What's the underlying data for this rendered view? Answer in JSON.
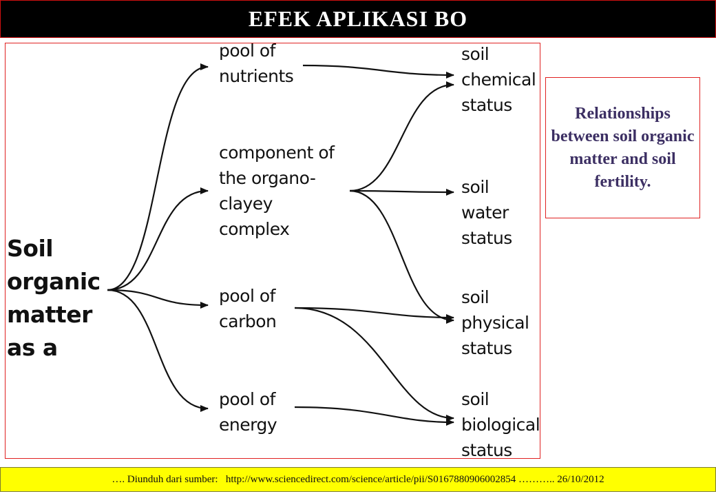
{
  "header": {
    "title": "EFEK  APLIKASI  BO"
  },
  "diagram": {
    "root": "Soil\norganic\nmatter\nas a",
    "roles": [
      "pool of\nnutrients",
      "component of\nthe organo-\nclayey\ncomplex",
      "pool of\ncarbon",
      "pool of\nenergy"
    ],
    "outcomes": [
      "soil\nchemical\nstatus",
      "soil water\nstatus",
      "soil\nphysical\nstatus",
      "soil\nbiological\nstatus"
    ]
  },
  "caption": {
    "text": "Relationships between soil organic matter and soil fertility."
  },
  "footer": {
    "text": "…. Diunduh dari sumber:   http://www.sciencedirect.com/science/article/pii/S0167880906002854 ……….. 26/10/2012"
  },
  "colors": {
    "title_bg": "#000000",
    "frame_border": "#e02020",
    "caption_text": "#3c2f63",
    "footer_bg": "#ffff00"
  }
}
